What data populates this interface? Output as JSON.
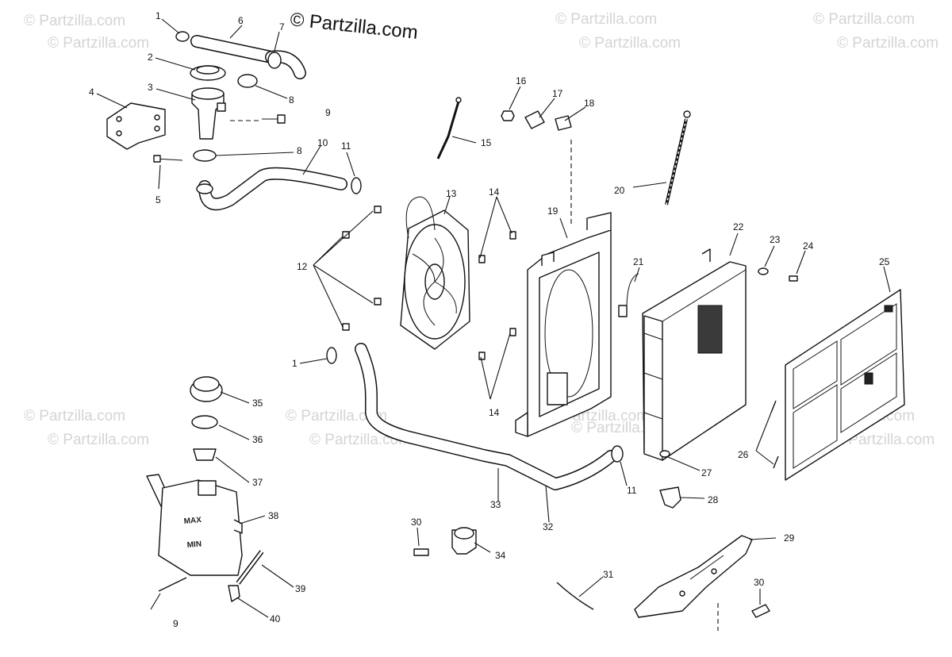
{
  "watermarks": {
    "main": "© Partzilla.com",
    "faint": "© Partzilla.com"
  },
  "tank_labels": {
    "max": "MAX",
    "min": "MIN"
  },
  "callouts": {
    "c1a": "1",
    "c1b": "1",
    "c2": "2",
    "c3": "3",
    "c4": "4",
    "c5": "5",
    "c6": "6",
    "c7": "7",
    "c8a": "8",
    "c8b": "8",
    "c9a": "9",
    "c9b": "9",
    "c10": "10",
    "c11a": "11",
    "c11b": "11",
    "c12": "12",
    "c13": "13",
    "c14a": "14",
    "c14b": "14",
    "c15": "15",
    "c16": "16",
    "c17": "17",
    "c18": "18",
    "c19": "19",
    "c20": "20",
    "c21": "21",
    "c22": "22",
    "c23": "23",
    "c24": "24",
    "c25": "25",
    "c26": "26",
    "c27": "27",
    "c28": "28",
    "c29": "29",
    "c30a": "30",
    "c30b": "30",
    "c31": "31",
    "c32": "32",
    "c33": "33",
    "c34": "34",
    "c35": "35",
    "c36": "36",
    "c37": "37",
    "c38": "38",
    "c39": "39",
    "c40": "40"
  }
}
